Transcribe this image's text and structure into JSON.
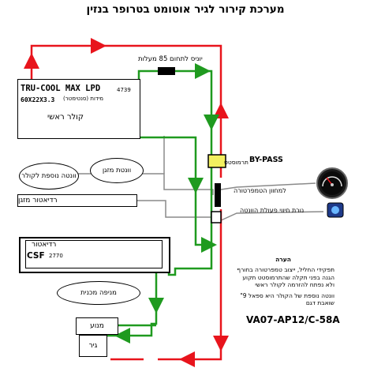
{
  "title": "מערכת קירור לגיר אוטומט בטרופר בנזין",
  "cooler": {
    "name": "TRU-COOL MAX LPD",
    "model_number": "4739",
    "dimensions": "60X22X3.3",
    "dimensions_label": "מידות (סנטימטר)",
    "label": "קולר ראשי"
  },
  "labels": {
    "thermostat_85": "יוניס לתחום 85 מעלות",
    "bypass_name": "BY-PASS",
    "bypass_heb": "תרמוסטט",
    "temp_sensor": "למחוון הטמפרטורה",
    "fan_light": "נורת חיווי פעולת הוונטה"
  },
  "fans": {
    "extra_fan": "וונטה נוספת לקולר",
    "ac_fan": "וונטת מזגן"
  },
  "ac_radiator": "רדיאטור מזגן",
  "csf_radiator": {
    "label": "רדיאטור",
    "name": "CSF",
    "number": "2770"
  },
  "intake": "מניפה מכנית",
  "engine": "מנוע",
  "gear": "גיר",
  "note": {
    "title": "הערה",
    "text1": "תפקידי החליל, ייצוב טמפרטורה בחורף הגנה בפני תקלה שהתרמוסטט תקוע ולא נפתח להזרמה לקולר ראשי",
    "text2": "וונטה נוספת של הקולר היא ספאל 9\" שואבת דגם",
    "model": "VA07-AP12/C-58A"
  },
  "colors": {
    "flow_hot": "#e8141c",
    "flow_cool": "#1f9a1f",
    "wiring": "#8a8a8a"
  }
}
